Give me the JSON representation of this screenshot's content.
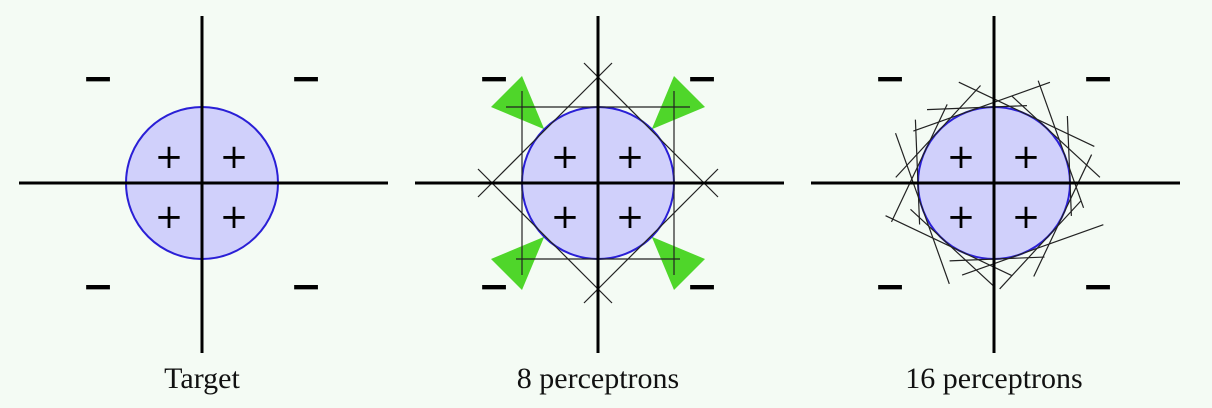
{
  "panels": [
    {
      "caption": "Target",
      "plus_labels": [
        "+",
        "+",
        "+",
        "+"
      ],
      "minus_labels": [
        "−",
        "−",
        "−",
        "−"
      ],
      "perceptron_count": 0
    },
    {
      "caption": "8 perceptrons",
      "plus_labels": [
        "+",
        "+",
        "+",
        "+"
      ],
      "minus_labels": [
        "−",
        "−",
        "−",
        "−"
      ],
      "perceptron_count": 8
    },
    {
      "caption": "16 perceptrons",
      "plus_labels": [
        "+",
        "+",
        "+",
        "+"
      ],
      "minus_labels": [
        "−",
        "−",
        "−",
        "−"
      ],
      "perceptron_count": 16
    }
  ],
  "colors": {
    "background": "#f4fbf4",
    "circle_fill": "#d0d0fb",
    "circle_stroke": "#2a1fd6",
    "axis": "#000000",
    "perceptron_line": "#222222",
    "error_region": "#4fd62a"
  }
}
